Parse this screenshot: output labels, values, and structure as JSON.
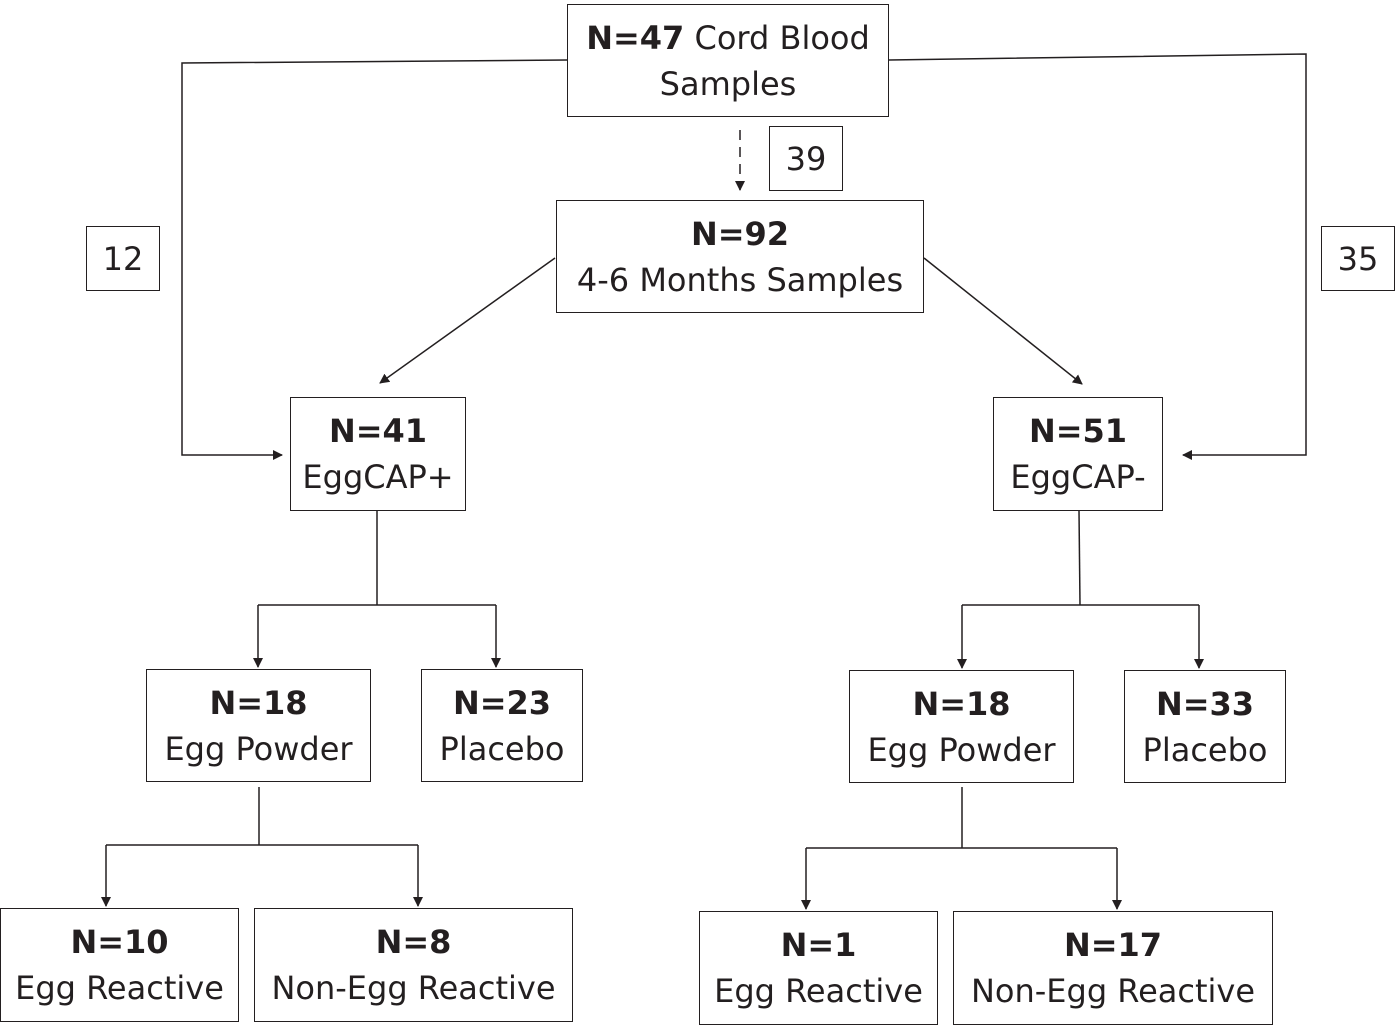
{
  "nodes": {
    "cord_blood": {
      "n": "N=47",
      "label_inline": "Cord Blood",
      "label": "Samples"
    },
    "months_4_6": {
      "n": "N=92",
      "label": "4-6 Months Samples"
    },
    "eggcap_pos": {
      "n": "N=41",
      "label": "EggCAP+"
    },
    "eggcap_neg": {
      "n": "N=51",
      "label": "EggCAP-"
    },
    "pos_egg_powder": {
      "n": "N=18",
      "label": "Egg Powder"
    },
    "pos_placebo": {
      "n": "N=23",
      "label": "Placebo"
    },
    "neg_egg_powder": {
      "n": "N=18",
      "label": "Egg Powder"
    },
    "neg_placebo": {
      "n": "N=33",
      "label": "Placebo"
    },
    "pos_egg_reactive": {
      "n": "N=10",
      "label": "Egg Reactive"
    },
    "pos_non_egg_reactive": {
      "n": "N=8",
      "label": "Non-Egg Reactive"
    },
    "neg_egg_reactive": {
      "n": "N=1",
      "label": "Egg Reactive"
    },
    "neg_non_egg_reactive": {
      "n": "N=17",
      "label": "Non-Egg Reactive"
    }
  },
  "counts": {
    "cord_to_pos": "12",
    "cord_to_months": "39",
    "cord_to_neg": "35"
  },
  "colors": {
    "line": "#231f20",
    "text": "#231f20",
    "background": "#ffffff"
  }
}
